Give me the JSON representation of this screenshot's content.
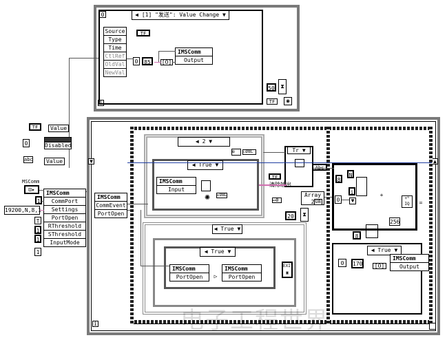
{
  "event": {
    "index": "0",
    "case_label": "[1] \"发送\": Value Change",
    "event_data": [
      "Source",
      "Type",
      "Time",
      "CtlRef",
      "OldVal",
      "NewVal"
    ],
    "tf": "TF",
    "const85": "85",
    "const0": "0",
    "node": {
      "title": "IMSComm",
      "row": "Output"
    },
    "wait": "50",
    "stop_tf": "TF",
    "loop_index": "i"
  },
  "left": {
    "tf_value": "Value",
    "tf_label": "TF",
    "disabled_const": "0",
    "disabled_label": "Disabled",
    "abc_value": "Value",
    "mscomm_label": "MSComm",
    "property_node": {
      "title": "IMSComm",
      "rows": [
        "CommPort",
        "Settings",
        "PortOpen",
        "RThreshold",
        "SThreshold",
        "InputMode"
      ]
    },
    "consts": [
      "1",
      "19200,N,8,1",
      "T",
      "1",
      "1",
      "1"
    ]
  },
  "main": {
    "comm_node": {
      "title": "IMSComm",
      "rows": [
        "CommEvent",
        "PortOpen"
      ]
    },
    "case_top": {
      "selector": "2"
    },
    "case_true_a": {
      "selector": "True"
    },
    "input_node": {
      "title": "IMSComm",
      "row": "Input"
    },
    "tf_small": "TF",
    "clear_label": "清除输出",
    "array_label": "Array 2",
    "u8": "U8",
    "const_20": "20",
    "tf_case": "Tr",
    "abc": "Abc",
    "case_true_b": {
      "selector": "True"
    },
    "case_true_c": {
      "selector": "True"
    },
    "portopen_read": {
      "title": "IMSComm",
      "row": "PortOpen"
    },
    "portopen_write": {
      "title": "IMSComm",
      "row": "PortOpen"
    },
    "exit": "EXIT",
    "right": {
      "const_8": "8",
      "N": "N",
      "i": "i",
      "const_0": "0",
      "const_256": "256",
      "const_8b": "8",
      "case_true_d": {
        "selector": "True"
      },
      "const_0b": "0",
      "const_170": "170",
      "out_node": {
        "title": "IMSComm",
        "row": "Output"
      }
    },
    "loop_index": "i"
  },
  "watermark": "电子工程世界"
}
